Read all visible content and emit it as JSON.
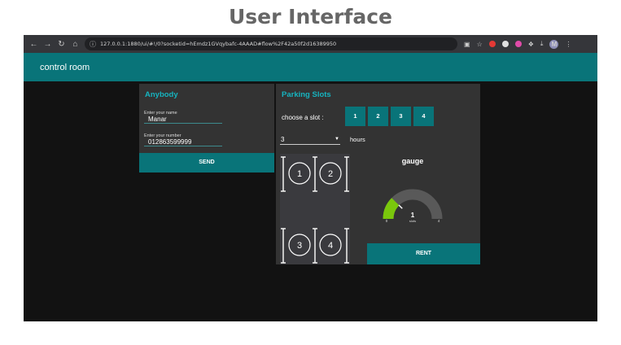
{
  "page_title": "User Interface",
  "browser": {
    "url": "127.0.0.1:1880/ui/#!/0?socketid=hEmdz1GVqybafc-4AAAD#flow%2F42a50f2d16389950",
    "avatar_initial": "M",
    "extension_colors": [
      "#e53935",
      "#e0e0e0",
      "#e04ba8"
    ]
  },
  "app": {
    "header_title": "control room"
  },
  "anybody": {
    "title": "Anybody",
    "name_label": "Enter your name",
    "name_value": "Manar",
    "number_label": "Enter your number",
    "number_value": "012863599999",
    "send_label": "SEND"
  },
  "parking": {
    "title": "Parking Slots",
    "choose_label": "choose a slot :",
    "slots": [
      "1",
      "2",
      "3",
      "4"
    ],
    "hours_value": "3",
    "hours_label": "hours",
    "spot_labels": [
      "1",
      "2",
      "3",
      "4"
    ],
    "gauge": {
      "title": "gauge",
      "min": "0",
      "max": "4",
      "value": "1",
      "value_num": 1,
      "max_num": 4,
      "unit": "slots",
      "fill_color": "#7ac70c",
      "track_color": "#595959"
    },
    "rent_label": "RENT"
  }
}
